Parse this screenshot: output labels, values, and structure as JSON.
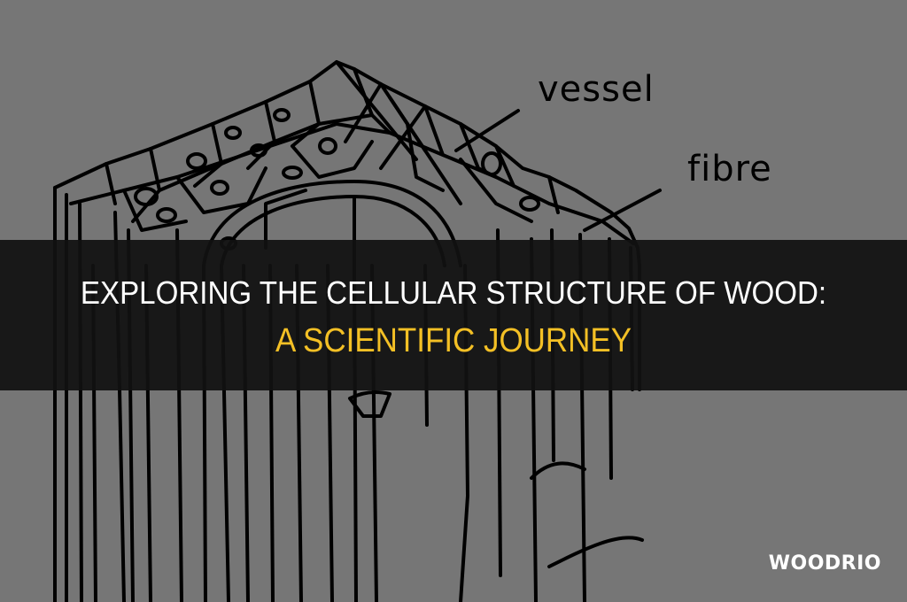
{
  "diagram": {
    "subject": "wood-cellular-structure-illustration",
    "labels": {
      "vessel": "vessel",
      "fibre": "fibre"
    }
  },
  "title": {
    "line1": "EXPLORING THE CELLULAR STRUCTURE OF WOOD:",
    "line2": "A SCIENTIFIC JOURNEY"
  },
  "brand": {
    "name": "WOODRIO"
  },
  "colors": {
    "background": "#767676",
    "band": "#111111",
    "title_primary": "#ffffff",
    "title_accent": "#f4c025",
    "line_art": "#000000"
  }
}
